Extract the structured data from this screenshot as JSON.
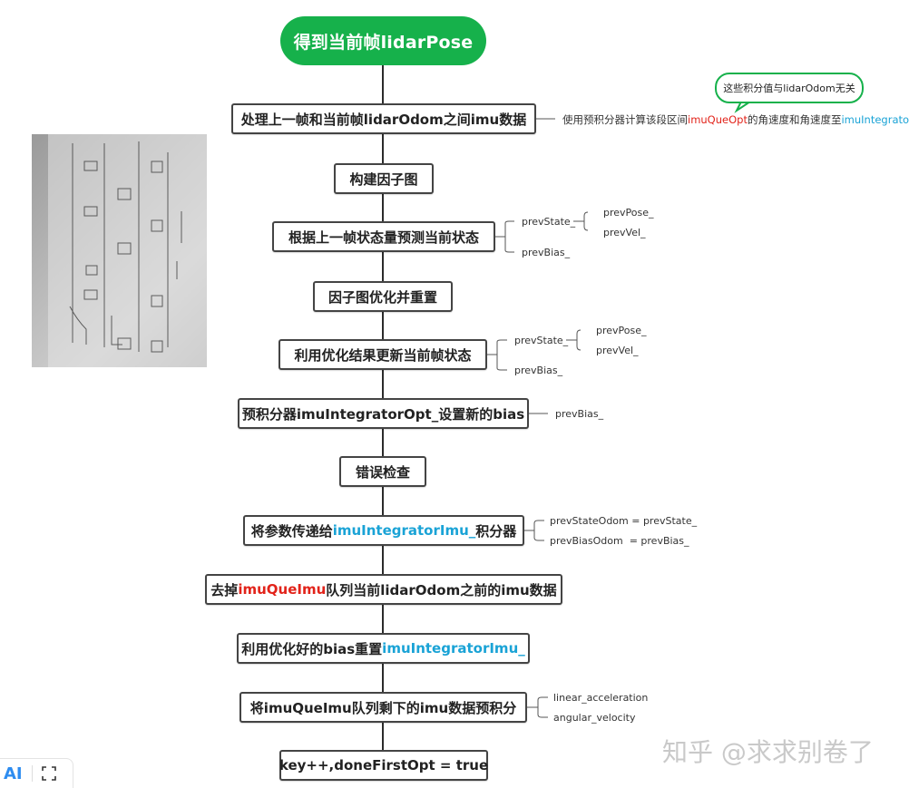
{
  "root": {
    "label": "得到当前帧lidarPose"
  },
  "steps": [
    {
      "parts": [
        {
          "t": "处理上一帧和当前帧lidarOdom之间imu数据"
        }
      ]
    },
    {
      "parts": [
        {
          "t": "构建因子图"
        }
      ]
    },
    {
      "parts": [
        {
          "t": "根据上一帧状态量预测当前状态"
        }
      ]
    },
    {
      "parts": [
        {
          "t": "因子图优化并重置"
        }
      ]
    },
    {
      "parts": [
        {
          "t": "利用优化结果更新当前帧状态"
        }
      ]
    },
    {
      "parts": [
        {
          "t": "预积分器imuIntegratorOpt_设置新的bias"
        }
      ]
    },
    {
      "parts": [
        {
          "t": "错误检查"
        }
      ]
    },
    {
      "parts": [
        {
          "t": "将参数传递给"
        },
        {
          "t": "imuIntegratorImu_",
          "c": "blue"
        },
        {
          "t": "积分器"
        }
      ]
    },
    {
      "parts": [
        {
          "t": "去掉"
        },
        {
          "t": "imuQueImu",
          "c": "red"
        },
        {
          "t": "队列当前lidarOdom之前的imu数据"
        }
      ]
    },
    {
      "parts": [
        {
          "t": "利用优化好的bias重置"
        },
        {
          "t": "imuIntegratorImu_",
          "c": "blue"
        }
      ]
    },
    {
      "parts": [
        {
          "t": "将imuQueImu队列剩下的imu数据预积分"
        }
      ]
    },
    {
      "parts": [
        {
          "t": "key++,doneFirstOpt = true"
        }
      ]
    }
  ],
  "notes": {
    "step1": [
      {
        "t": "使用预积分器计算该段区间"
      },
      {
        "t": "imuQueOpt",
        "c": "red"
      },
      {
        "t": "的角速度和角速度至"
      },
      {
        "t": "imuIntegratorOpt_",
        "c": "blue"
      }
    ],
    "callout": "这些积分值与lidarOdom无关",
    "step3": {
      "a": "prevState_",
      "b": "prevBias_",
      "a1": "prevPose_",
      "a2": "prevVel_"
    },
    "step5": {
      "a": "prevState_",
      "b": "prevBias_",
      "a1": "prevPose_",
      "a2": "prevVel_"
    },
    "step6": "prevBias_",
    "step8": {
      "a": "prevStateOdom = prevState_",
      "b": "prevBiasOdom  = prevBias_"
    },
    "step11": {
      "a": "linear_acceleration",
      "b": "angular_velocity"
    }
  },
  "watermark": "知乎 @求求别卷了",
  "toolbar": {
    "ai_label": "AI"
  },
  "colors": {
    "root": "#16b14b",
    "red": "#e2231a",
    "blue": "#1aa3d6",
    "callout_border": "#16b14b"
  }
}
